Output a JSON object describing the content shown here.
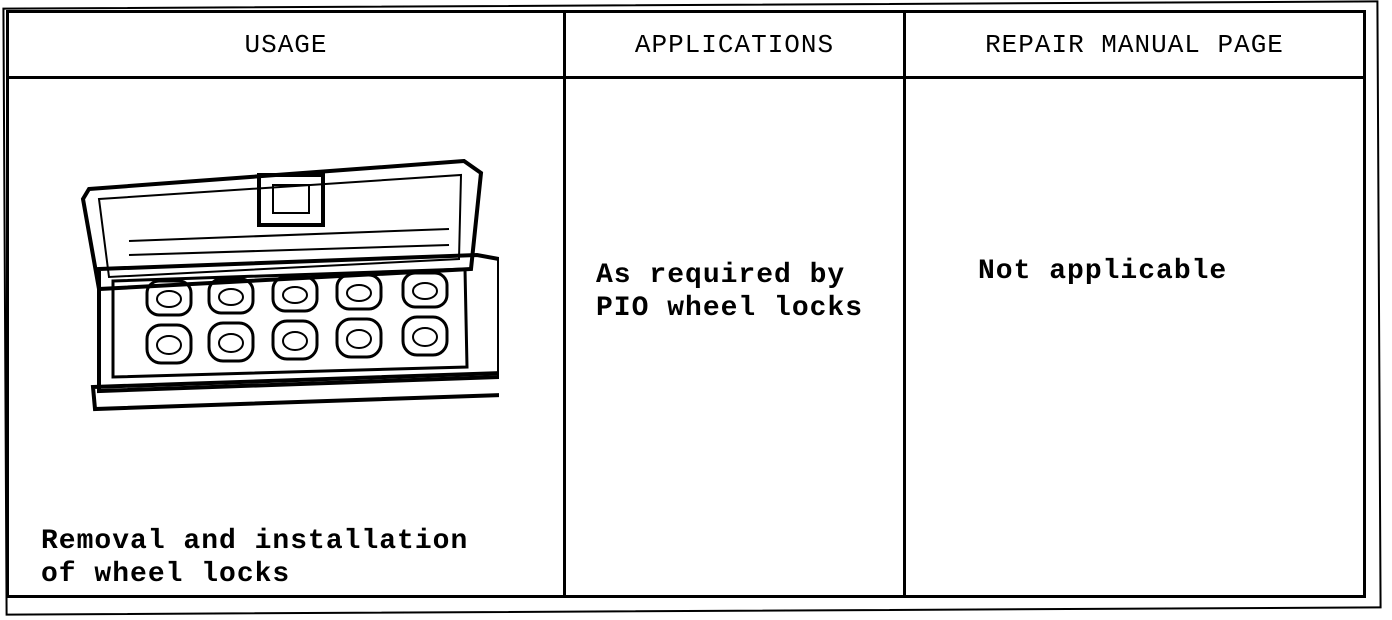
{
  "table": {
    "headers": {
      "usage": "USAGE",
      "applications": "APPLICATIONS",
      "repair_manual_page": "REPAIR MANUAL PAGE"
    },
    "row": {
      "usage_text": "Removal and installation\nof wheel locks",
      "applications_text": "As required by\nPIO wheel locks",
      "repair_manual_text": "Not applicable"
    }
  },
  "illustration": {
    "icon": "wheel-lock-socket-case-icon"
  }
}
